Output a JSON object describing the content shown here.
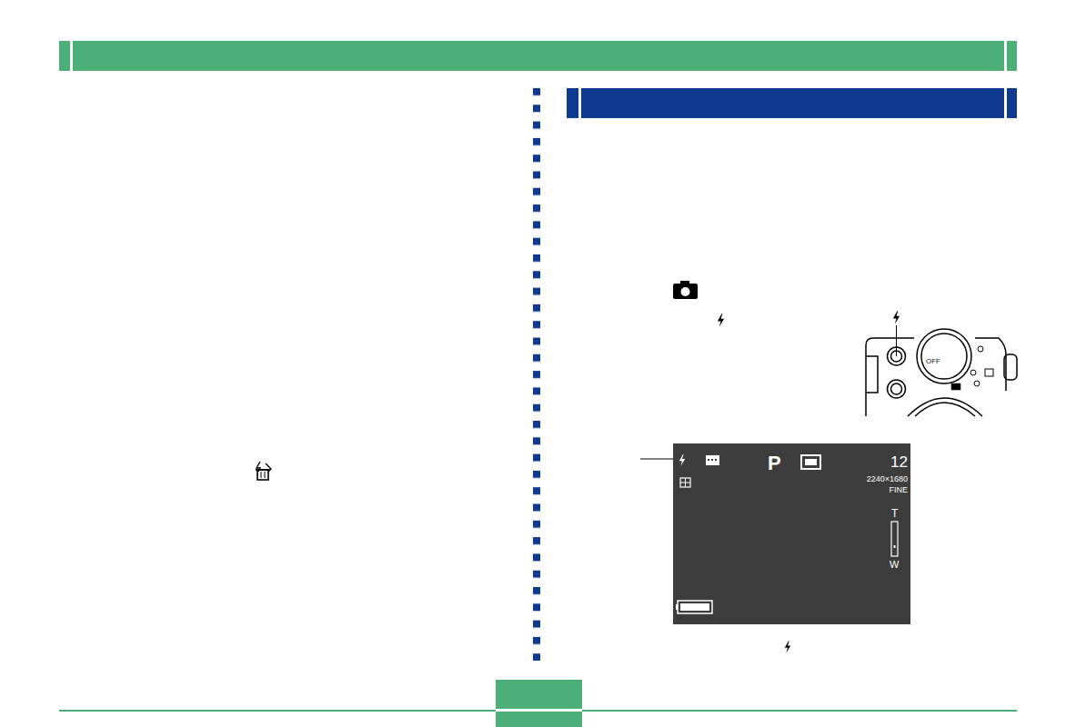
{
  "diagram": {
    "nodes": [
      {
        "text": [
          "P",
          "12",
          "2240×1680",
          "FINE",
          "T",
          "W"
        ]
      }
    ],
    "labels": [
      "OFF"
    ]
  }
}
